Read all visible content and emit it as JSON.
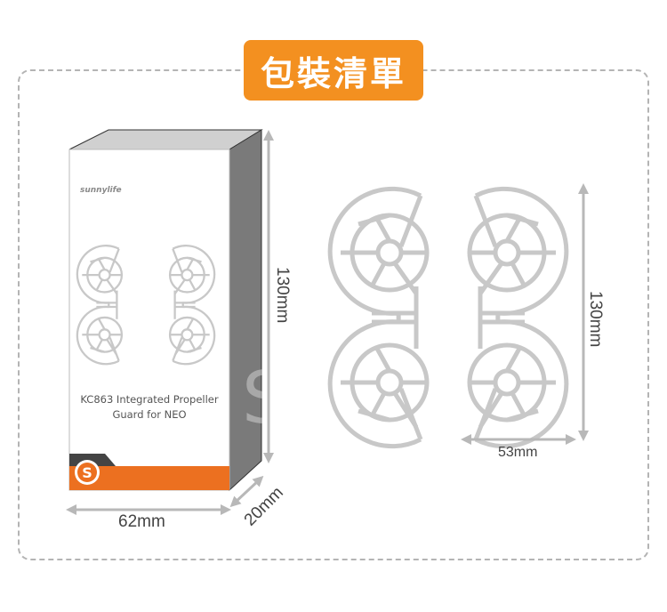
{
  "title": "包裝清單",
  "box": {
    "brand": "sunnylife",
    "product_line1": "KC863 Integrated Propeller",
    "product_line2": "Guard for NEO",
    "logo_letter": "S",
    "colors": {
      "accent": "#ec7020",
      "side": "#7a7a7a",
      "top": "#d0d0d0"
    }
  },
  "dimensions": {
    "box_height": "130mm",
    "box_width": "62mm",
    "box_depth": "20mm",
    "guard_height": "130mm",
    "guard_width": "53mm"
  },
  "watermark": "S",
  "colors": {
    "badge": "#f39020",
    "dashed_border": "#b4b4b4",
    "arrow": "#b8b8b8"
  }
}
